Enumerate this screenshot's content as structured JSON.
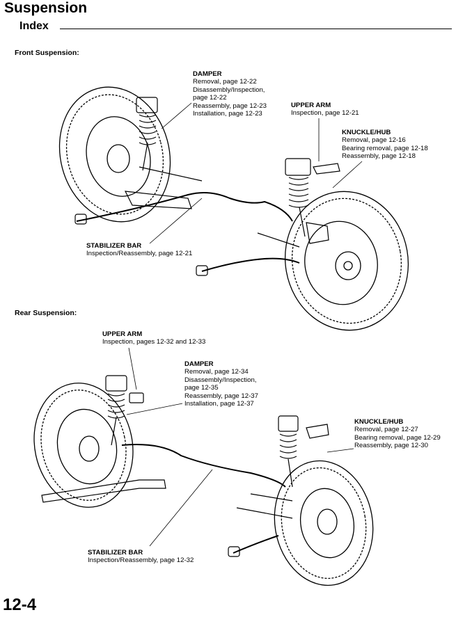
{
  "header": {
    "title": "Suspension",
    "subtitle": "Index"
  },
  "front": {
    "heading": "Front Suspension:",
    "damper": {
      "title": "DAMPER",
      "lines": [
        "Removal, page 12-22",
        "Disassembly/Inspection,",
        "page 12-22",
        "Reassembly, page 12-23",
        "Installation, page 12-23"
      ]
    },
    "upper_arm": {
      "title": "UPPER ARM",
      "lines": [
        "Inspection, page 12-21"
      ]
    },
    "knuckle_hub": {
      "title": "KNUCKLE/HUB",
      "lines": [
        "Removal, page 12-16",
        "Bearing removal, page 12-18",
        "Reassembly, page 12-18"
      ]
    },
    "stabilizer_bar": {
      "title": "STABILIZER BAR",
      "lines": [
        "Inspection/Reassembly, page 12-21"
      ]
    }
  },
  "rear": {
    "heading": "Rear Suspension:",
    "upper_arm": {
      "title": "UPPER ARM",
      "lines": [
        "Inspection, pages 12-32 and 12-33"
      ]
    },
    "damper": {
      "title": "DAMPER",
      "lines": [
        "Removal, page 12-34",
        "Disassembly/Inspection,",
        "page 12-35",
        "Reassembly, page 12-37",
        "Installation, page 12-37"
      ]
    },
    "knuckle_hub": {
      "title": "KNUCKLE/HUB",
      "lines": [
        "Removal, page 12-27",
        "Bearing removal, page 12-29",
        "Reassembly, page 12-30"
      ]
    },
    "stabilizer_bar": {
      "title": "STABILIZER BAR",
      "lines": [
        "Inspection/Reassembly, page 12-32"
      ]
    }
  },
  "footer": {
    "page_number": "12-4"
  }
}
